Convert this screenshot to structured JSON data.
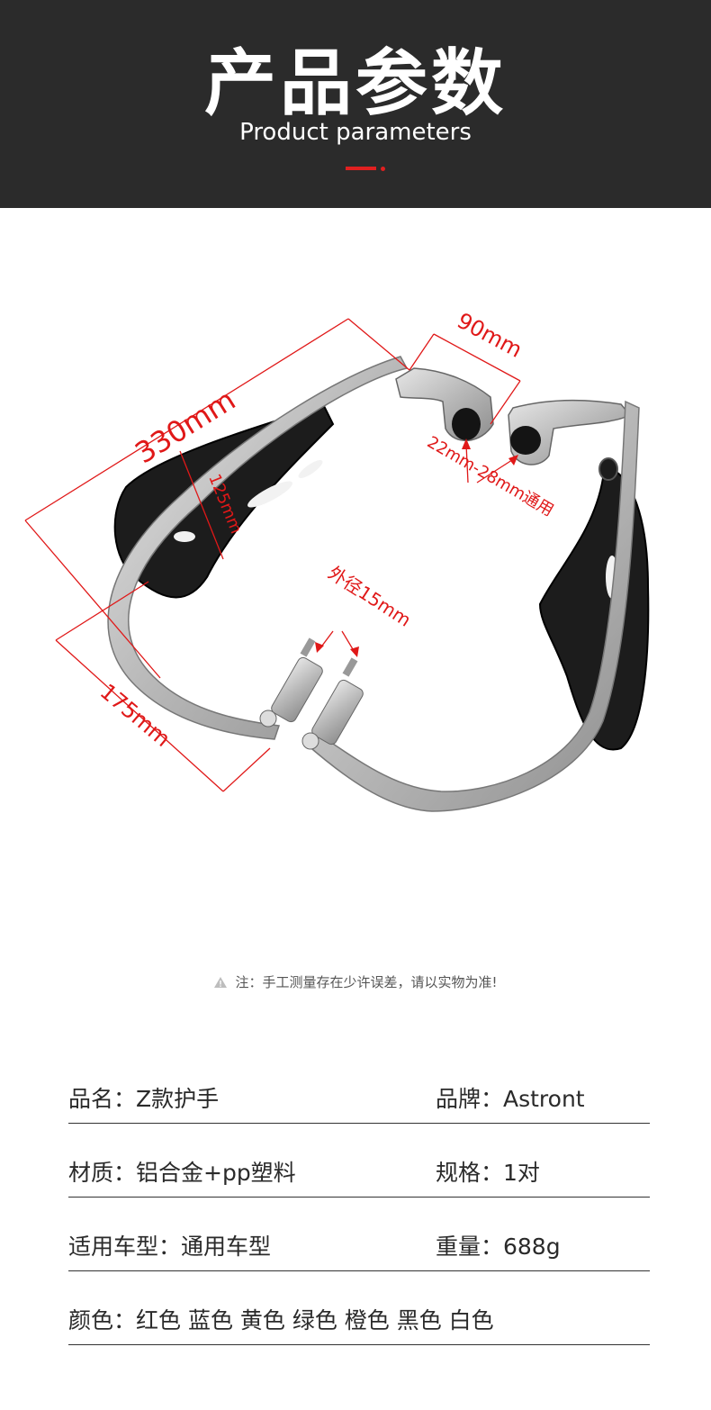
{
  "header": {
    "title": "产品参数",
    "subtitle": "Product parameters"
  },
  "dimensions": {
    "length": "330mm",
    "width": "90mm",
    "height": "125mm",
    "depth": "175mm",
    "clamp": "22mm-28mm通用",
    "outer_diameter": "外径15mm"
  },
  "colors": {
    "accent": "#e02020",
    "header_bg": "#2b2b2b"
  },
  "note": "注：手工测量存在少许误差，请以实物为准!",
  "specs": [
    {
      "left": "品名：Z款护手",
      "right": "品牌：Astront"
    },
    {
      "left": "材质：铝合金+pp塑料",
      "right": "规格：1对"
    },
    {
      "left": "适用车型：通用车型",
      "right": "重量：688g"
    },
    {
      "left": "颜色：红色 蓝色 黄色 绿色 橙色 黑色 白色",
      "right": ""
    }
  ]
}
